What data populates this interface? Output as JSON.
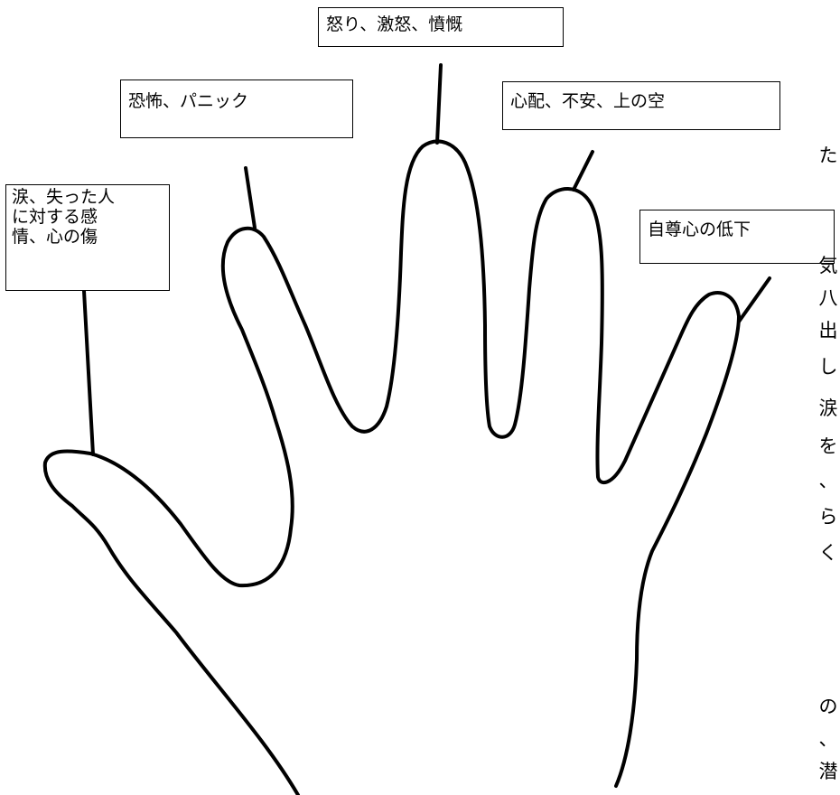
{
  "labels": {
    "thumb": "涙、失った人\nに対する感\n情、心の傷",
    "index": "恐怖、パニック",
    "middle": "怒り、激怒、憤慨",
    "ring": "心配、不安、上の空",
    "little": "自尊心の低下"
  },
  "edge_text": [
    "た",
    "気",
    "八",
    "出",
    "し",
    "涙",
    "を",
    "、",
    "ら",
    "く",
    "の",
    "、",
    "潜"
  ],
  "colors": {
    "line": "#000000",
    "background": "#ffffff"
  }
}
